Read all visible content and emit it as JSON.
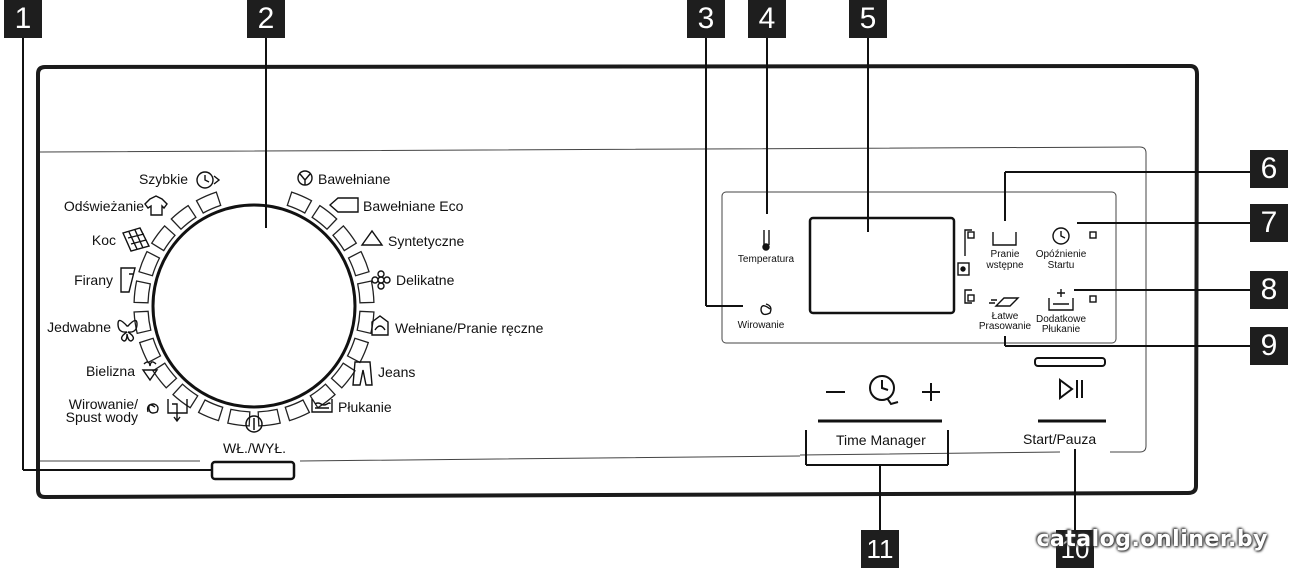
{
  "callouts": [
    "1",
    "2",
    "3",
    "4",
    "5",
    "6",
    "7",
    "8",
    "9",
    "10",
    "11"
  ],
  "programs_left": [
    "Szybkie",
    "Odświeżanie",
    "Koc",
    "Firany",
    "Jedwabne",
    "Bielizna",
    "Wirowanie/",
    "Spust wody"
  ],
  "programs_right": [
    "Bawełniane",
    "Bawełniane Eco",
    "Syntetyczne",
    "Delikatne",
    "Wełniane/Pranie ręczne",
    "Jeans",
    "Płukanie"
  ],
  "power_label": "WŁ./WYŁ.",
  "display_buttons": {
    "temperature": "Temperatura",
    "spin": "Wirowanie",
    "prewash": [
      "Pranie",
      "wstępne"
    ],
    "delay": [
      "Opóźnienie",
      "Startu"
    ],
    "easy_iron": [
      "Łatwe",
      "Prasowanie"
    ],
    "extra_rinse": [
      "Dodatkowe",
      "Płukanie"
    ]
  },
  "time_manager": {
    "minus": "−",
    "plus": "+",
    "label": "Time Manager"
  },
  "start_pause": "Start/Pauza",
  "watermark": "catalog.onliner.by",
  "icons": [
    "clock-icon",
    "shirt-icon",
    "blanket-icon",
    "curtain-icon",
    "butterfly-icon",
    "lingerie-icon",
    "spiral-icon",
    "drain-icon",
    "cotton-flower-icon",
    "tag-icon",
    "triangle-icon",
    "flower-icon",
    "wool-hand-icon",
    "jeans-icon",
    "rinse-icon",
    "power-icon",
    "thermometer-icon",
    "play-pause-icon",
    "touch-clock-icon",
    "lock-icon",
    "tub-icon",
    "iron-icon"
  ]
}
